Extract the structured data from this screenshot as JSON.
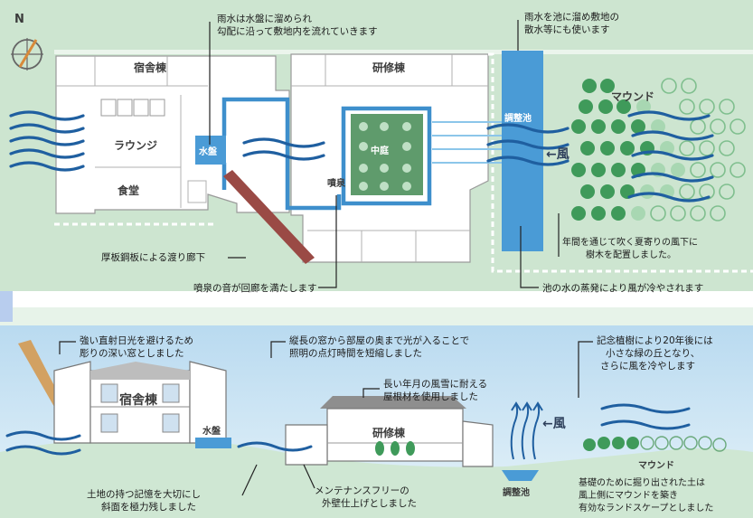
{
  "top": {
    "compass": "N",
    "rooms": {
      "dormitory": "宿舎棟",
      "training": "研修棟",
      "lounge": "ラウンジ",
      "dining": "食堂",
      "water_basin": "水盤",
      "courtyard": "中庭",
      "fountain": "噴泉",
      "retention_pond": "調整池",
      "mound": "マウンド",
      "wind": "←風"
    },
    "annotations": {
      "rainwater_1": "雨水は水盤に溜められ",
      "rainwater_2": "勾配に沿って敷地内を流れていきます",
      "pond_1": "雨水を池に溜め敷地の",
      "pond_2": "散水等にも使います",
      "corridor": "厚板鋼板による渡り廊下",
      "fountain_sound": "噴泉の音が回廊を満たします",
      "evaporation": "池の水の蒸発により風が冷やされます",
      "trees_1": "年間を通じて吹く夏寄りの風下に",
      "trees_2": "樹木を配置しました。"
    }
  },
  "bottom": {
    "rooms": {
      "dormitory": "宿舎棟",
      "training": "研修棟",
      "water_basin": "水盤",
      "retention_pond": "調整池",
      "mound": "マウンド",
      "wind": "←風"
    },
    "annotations": {
      "sun_1": "強い直射日光を避けるため",
      "sun_2": "彫りの深い窓としました",
      "window_1": "縦長の窓から部屋の奥まで光が入ることで",
      "window_2": "照明の点灯時間を短縮しました",
      "exterior_1": "長い年月の風雪に耐える",
      "exterior_2": "屋根材を使用しました",
      "memorial_1": "記念植樹により20年後には",
      "memorial_2": "小さな緑の丘となり、",
      "memorial_3": "さらに風を冷やします",
      "land_1": "土地の持つ記憶を大切にし",
      "land_2": "斜面を極力残しました",
      "maintenance_1": "メンテナンスフリーの",
      "maintenance_2": "外壁仕上げとしました",
      "soil_1": "基礎のために掘り出された土は",
      "soil_2": "風上側にマウンドを築き",
      "soil_3": "有効なランドスケープとしました"
    }
  },
  "colors": {
    "grass": "#cfe6d2",
    "sky": "#c4dff1",
    "water": "#4a9bd6",
    "wind": "#1f5fa0",
    "tree": "#3f9a5a",
    "corridor": "#9a4a45"
  }
}
